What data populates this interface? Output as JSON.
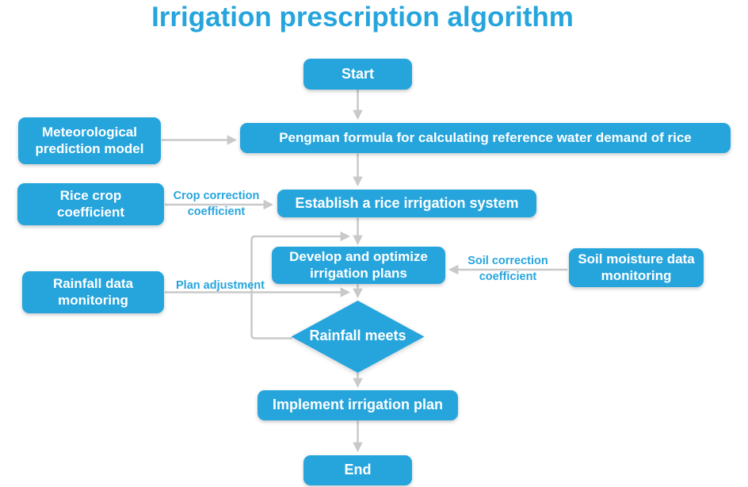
{
  "title": "Irrigation prescription algorithm",
  "colors": {
    "accent": "#26a5dd",
    "arrow": "#c9c9c9",
    "node_text": "#ffffff"
  },
  "nodes": {
    "start": {
      "label": "Start"
    },
    "meteorological": {
      "label": "Meteorological prediction model"
    },
    "pengman": {
      "label": "Pengman formula for calculating reference water demand of rice"
    },
    "rice_crop": {
      "label": "Rice crop coefficient"
    },
    "establish": {
      "label": "Establish a rice irrigation system"
    },
    "develop": {
      "label": "Develop and optimize irrigation plans"
    },
    "soil_moisture": {
      "label": "Soil moisture data monitoring"
    },
    "rainfall": {
      "label": "Rainfall data monitoring"
    },
    "decision": {
      "label": "Rainfall meets"
    },
    "implement": {
      "label": "Implement irrigation plan"
    },
    "end": {
      "label": "End"
    }
  },
  "edge_labels": {
    "crop_correction": {
      "label": "Crop correction coefficient"
    },
    "soil_correction": {
      "label": "Soil correction coefficient"
    },
    "plan_adjustment": {
      "label": "Plan adjustment"
    }
  }
}
